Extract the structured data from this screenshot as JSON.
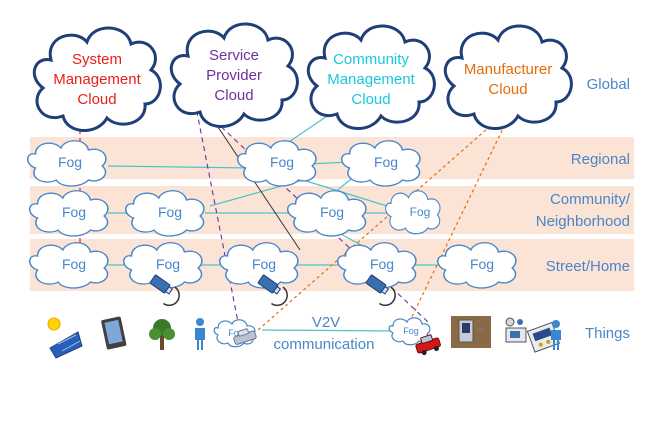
{
  "clouds": {
    "system": [
      "System",
      "Management",
      "Cloud"
    ],
    "service": [
      "Service",
      "Provider",
      "Cloud"
    ],
    "community": [
      "Community",
      "Management",
      "Cloud"
    ],
    "manufacturer": [
      "Manufacturer",
      "Cloud"
    ]
  },
  "tiers": {
    "global": "Global",
    "regional": "Regional",
    "community": [
      "Community/",
      "Neighborhood"
    ],
    "street": "Street/Home",
    "things": "Things"
  },
  "fog_label": "Fog",
  "v2v": [
    "V2V",
    "communication"
  ],
  "colors": {
    "system": "#e8201c",
    "service": "#7030a0",
    "community": "#19c8e0",
    "manufacturer": "#e46c0a",
    "tier_band": "#fbe4d6",
    "tier_label": "#4a86c8",
    "fog_outline": "#4a86c8",
    "fog_link": "#4cc4cc",
    "cloud_outline": "#1f3f7a"
  },
  "icons": [
    "solar-panel-icon",
    "tablet-icon",
    "tree-icon",
    "person-icon",
    "car-icon",
    "door-lock-icon",
    "home-appliance-icon",
    "smart-meter-icon",
    "camera-icon"
  ]
}
